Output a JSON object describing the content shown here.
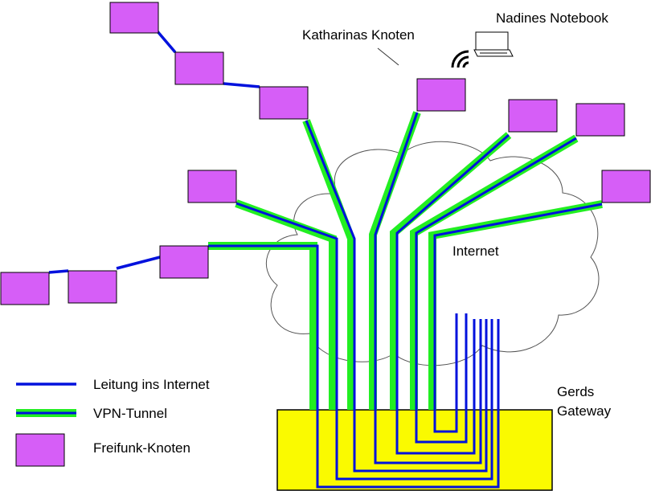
{
  "labels": {
    "katharina": "Katharinas Knoten",
    "nadine": "Nadines Notebook",
    "internet": "Internet",
    "gateway_line1": "Gerds",
    "gateway_line2": "Gateway"
  },
  "legend": {
    "line_label": "Leitung ins Internet",
    "vpn_label": "VPN-Tunnel",
    "node_label": "Freifunk-Knoten"
  },
  "colors": {
    "node": "#d65ef7",
    "line": "#0011dd",
    "vpn": "#22ee22",
    "gateway": "#fafa00",
    "cloud_stroke": "#555555"
  },
  "icons": {
    "laptop": "laptop-icon",
    "wifi": "wifi-icon"
  }
}
